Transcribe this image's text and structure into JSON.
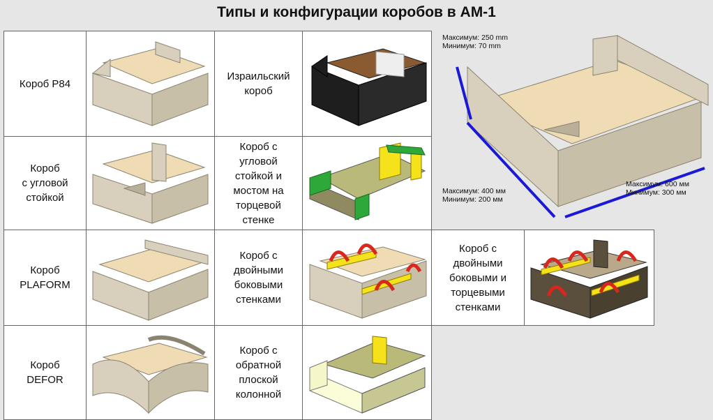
{
  "title": "Типы и конфигурации коробов в АМ-1",
  "rows": [
    {
      "label_a": "Короб P84",
      "label_b": "Израильский\nкороб"
    },
    {
      "label_a": "Короб\nс угловой\nстойкой",
      "label_b": "Короб с\nугловой\nстойкой и\nмостом на\nторцевой\nстенке"
    },
    {
      "label_a": "Короб\nPLAFORM",
      "label_b": "Короб с\nдвойными\nбоковыми\nстенками"
    },
    {
      "label_a": "Короб\nDEFOR",
      "label_b": "Короб с\nобратной\nплоской\nколонной"
    }
  ],
  "extra_label": "Короб с\nдвойными\nбоковыми и\nторцевыми\nстенками",
  "dimensions": {
    "height": "Максимум: 250 mm\nМинимум: 70 mm",
    "width": "Максимум: 400 мм\nМинимум: 200 мм",
    "length": "Максимум: 600 мм\nМинимум:  300 мм"
  },
  "colors": {
    "board": "#d8d0bc",
    "board_dark": "#b9b09a",
    "floor": "#efdcb4",
    "black": "#1e1e1e",
    "yellow": "#f5e21a",
    "green": "#2fa83a",
    "red": "#d8281e",
    "olive": "#b9b97a",
    "brown": "#5a4e3c",
    "arrow_blue": "#1a1ad6"
  }
}
